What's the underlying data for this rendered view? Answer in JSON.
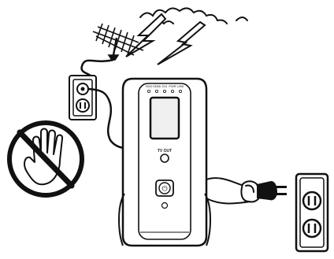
{
  "device": {
    "indicator_labels": [
      "HDD",
      "HDMI",
      "DVI",
      "PWR",
      "USB"
    ],
    "tv_out_label": "TV OUT",
    "power_symbol": "⏻"
  },
  "icons": {
    "prohibited": "hand-in-prohibition-circle",
    "lightning": "lightning-bolt",
    "antenna": "tv-antenna",
    "wall_outlet": "two-prong-wall-outlet",
    "plug": "power-plug"
  },
  "colors": {
    "ink": "#111111",
    "background": "#ffffff",
    "screen_fill": "#f0f0f0"
  }
}
